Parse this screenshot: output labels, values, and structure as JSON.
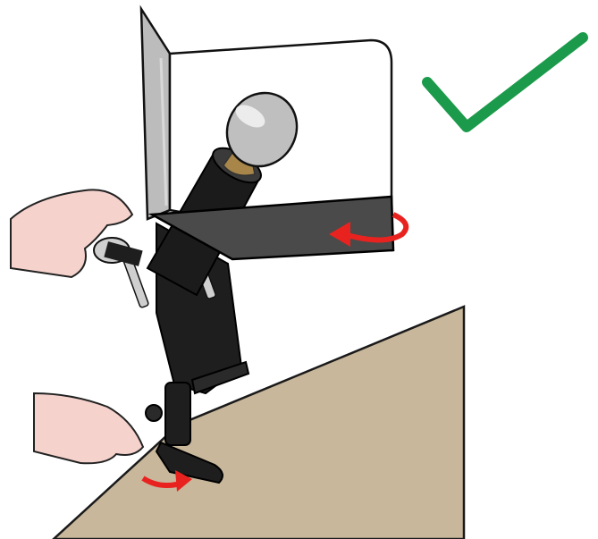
{
  "illustration": {
    "checkmark_color": "#1a9a4a",
    "arrow_color": "#e8231f",
    "table_color": "#c8b79b",
    "lamp_body_color": "#1e1e1e",
    "shade_color": "#ffffff",
    "hand_color": "#f5d2cc",
    "icons": [
      "lamp-clamp",
      "light-bulb",
      "hand",
      "rotate-arrow",
      "checkmark"
    ]
  }
}
